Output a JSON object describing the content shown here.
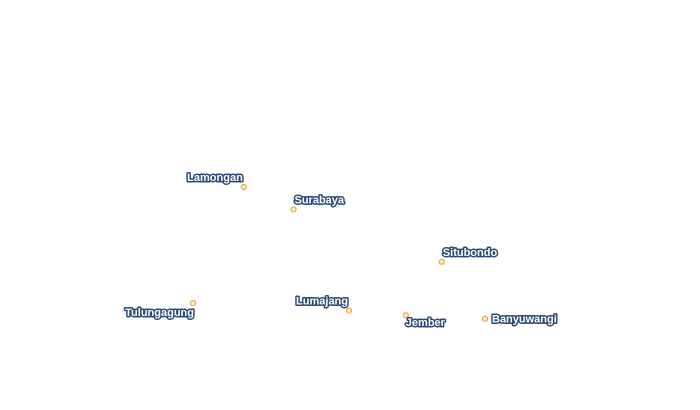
{
  "map": {
    "colors": {
      "background": "#ffffff",
      "marker_fill": "#ffe7b3",
      "marker_stroke": "#e0a43a",
      "label_fill": "#ffffff",
      "label_halo": "#2b4a78"
    },
    "cities": [
      {
        "name": "Lamongan",
        "lon": 112.33,
        "lat": -7.055,
        "label_pos": "upper-left"
      },
      {
        "name": "Surabaya",
        "lon": 112.75,
        "lat": -7.25,
        "label_pos": "upper-right"
      },
      {
        "name": "Situbondo",
        "lon": 114.005,
        "lat": -7.705,
        "label_pos": "upper-right"
      },
      {
        "name": "Tulungagung",
        "lon": 111.9,
        "lat": -8.065,
        "label_pos": "lower-left"
      },
      {
        "name": "Lumajang",
        "lon": 113.22,
        "lat": -8.13,
        "label_pos": "upper-left"
      },
      {
        "name": "Jember",
        "lon": 113.7,
        "lat": -8.17,
        "label_pos": "lower-right"
      },
      {
        "name": "Banyuwangi",
        "lon": 114.37,
        "lat": -8.2,
        "label_pos": "right"
      }
    ]
  }
}
